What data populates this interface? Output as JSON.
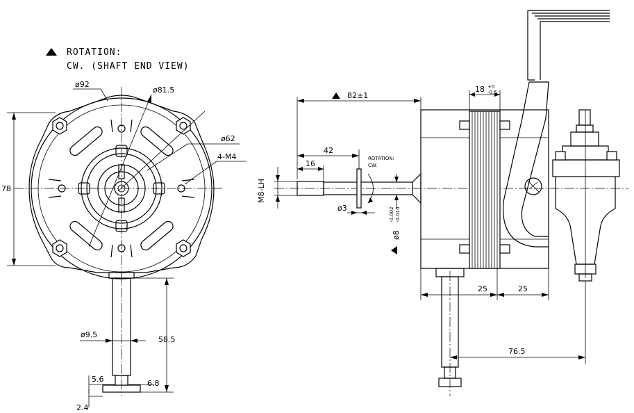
{
  "notes": {
    "rotation_title": "ROTATION:",
    "rotation_detail": "CW. (SHAFT END VIEW)"
  },
  "front_view": {
    "dim_body_diameter": "ø92",
    "dim_mount_circle": "ø81.5",
    "dim_hole_circle": "ø62",
    "dim_holes": "4-M4",
    "dim_height": "78",
    "dim_stem_diameter": "ø9.5",
    "dim_stem_length": "58.5",
    "dim_foot_a": "5.6",
    "dim_foot_b": "6.8",
    "dim_foot_c": "2.4"
  },
  "side_view": {
    "dim_shaft_length": "82±1",
    "dim_shaft_42": "42",
    "dim_shaft_16": "16",
    "dim_thread": "M8-LH",
    "dim_pin": "ø3",
    "dim_shaft_diameter": "ø8",
    "tol_upper": "-0.002",
    "tol_lower": "-0.010",
    "dim_stack": "18",
    "tol_stack_upper": "+0",
    "tol_stack_lower": "-0.5",
    "rotation_label": "ROTATION:",
    "rotation_dir": "CW.",
    "dim_25_left": "25",
    "dim_25_right": "25",
    "dim_bracket": "76.5"
  }
}
